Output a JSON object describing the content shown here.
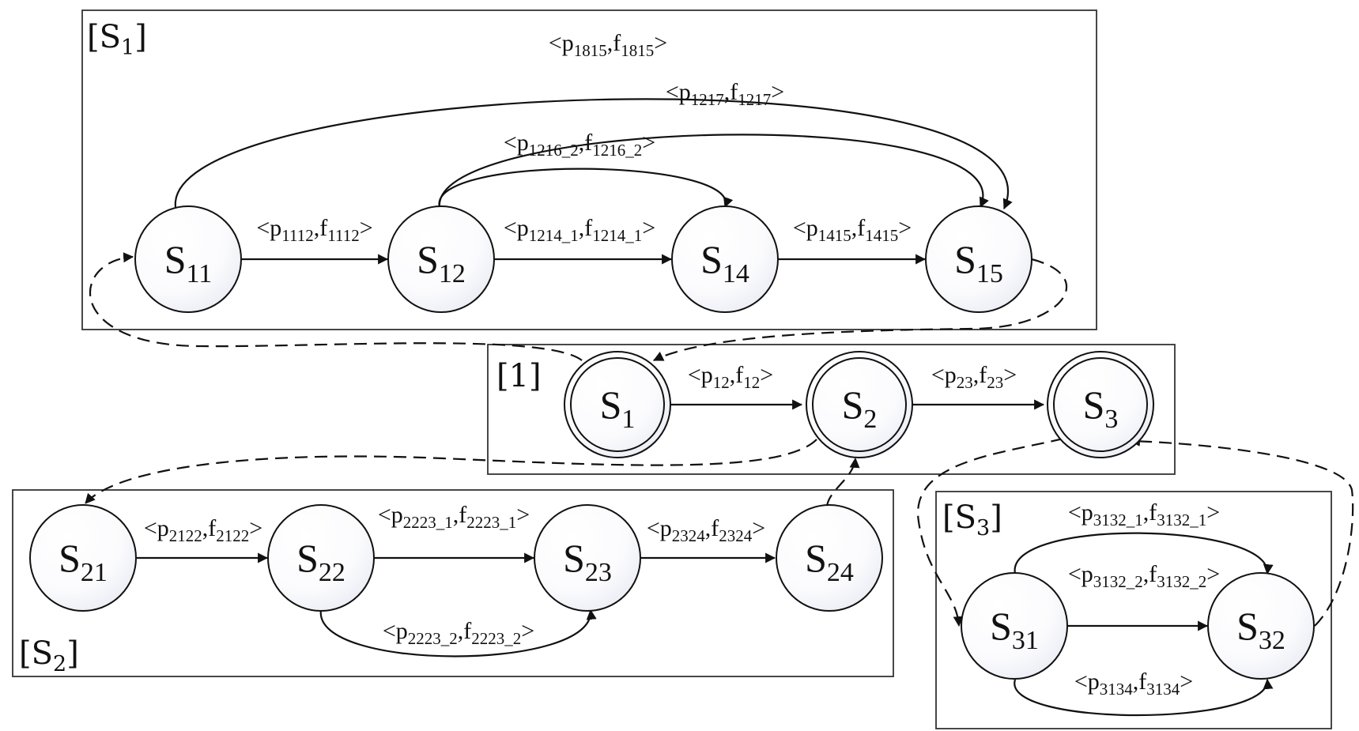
{
  "boxes": {
    "s1": {
      "bracket_open": "[",
      "letter": "S",
      "sub": "1",
      "bracket_close": "]"
    },
    "main": {
      "label": "[1]"
    },
    "s2": {
      "bracket_open": "[",
      "letter": "S",
      "sub": "2",
      "bracket_close": "]"
    },
    "s3": {
      "bracket_open": "[",
      "letter": "S",
      "sub": "3",
      "bracket_close": "]"
    }
  },
  "states": {
    "s11": {
      "letter": "S",
      "sub": "11"
    },
    "s12": {
      "letter": "S",
      "sub": "12"
    },
    "s14": {
      "letter": "S",
      "sub": "14"
    },
    "s15": {
      "letter": "S",
      "sub": "15"
    },
    "s1": {
      "letter": "S",
      "sub": "1"
    },
    "s2": {
      "letter": "S",
      "sub": "2"
    },
    "s3": {
      "letter": "S",
      "sub": "3"
    },
    "s21": {
      "letter": "S",
      "sub": "21"
    },
    "s22": {
      "letter": "S",
      "sub": "22"
    },
    "s23": {
      "letter": "S",
      "sub": "23"
    },
    "s24": {
      "letter": "S",
      "sub": "24"
    },
    "s31": {
      "letter": "S",
      "sub": "31"
    },
    "s32": {
      "letter": "S",
      "sub": "32"
    }
  },
  "edge_labels": {
    "e1815": {
      "open": "<p",
      "p_sub": "1815",
      "mid": ",f",
      "f_sub": "1815",
      "close": ">"
    },
    "e1217": {
      "open": "<p",
      "p_sub": "1217",
      "mid": ",f",
      "f_sub": "1217",
      "close": ">"
    },
    "e1216_2": {
      "open": "<p",
      "p_sub": "1216_2",
      "mid": ",f",
      "f_sub": "1216_2",
      "close": ">"
    },
    "e1112": {
      "open": "<p",
      "p_sub": "1112",
      "mid": ",f",
      "f_sub": "1112",
      "close": ">"
    },
    "e1214_1": {
      "open": "<p",
      "p_sub": "1214_1",
      "mid": ",f",
      "f_sub": "1214_1",
      "close": ">"
    },
    "e1415": {
      "open": "<p",
      "p_sub": "1415",
      "mid": ",f",
      "f_sub": "1415",
      "close": ">"
    },
    "e12": {
      "open": "<p",
      "p_sub": "12",
      "mid": ",f",
      "f_sub": "12",
      "close": ">"
    },
    "e23": {
      "open": "<p",
      "p_sub": "23",
      "mid": ",f",
      "f_sub": "23",
      "close": ">"
    },
    "e2122": {
      "open": "<p",
      "p_sub": "2122",
      "mid": ",f",
      "f_sub": "2122",
      "close": ">"
    },
    "e2223_1": {
      "open": "<p",
      "p_sub": "2223_1",
      "mid": ",f",
      "f_sub": "2223_1",
      "close": ">"
    },
    "e2324": {
      "open": "<p",
      "p_sub": "2324",
      "mid": ",f",
      "f_sub": "2324",
      "close": ">"
    },
    "e2223_2": {
      "open": "<p",
      "p_sub": "2223_2",
      "mid": ",f",
      "f_sub": "2223_2",
      "close": ">"
    },
    "e3132_1": {
      "open": "<p",
      "p_sub": "3132_1",
      "mid": ",f",
      "f_sub": "3132_1",
      "close": ">"
    },
    "e3132_2": {
      "open": "<p",
      "p_sub": "3132_2",
      "mid": ",f",
      "f_sub": "3132_2",
      "close": ">"
    },
    "e3134": {
      "open": "<p",
      "p_sub": "3134",
      "mid": ",f",
      "f_sub": "3134",
      "close": ">"
    }
  },
  "colors": {
    "stroke": "#111111",
    "state_fill_light": "#ffffff",
    "state_fill_shade": "#e6e9f2"
  }
}
